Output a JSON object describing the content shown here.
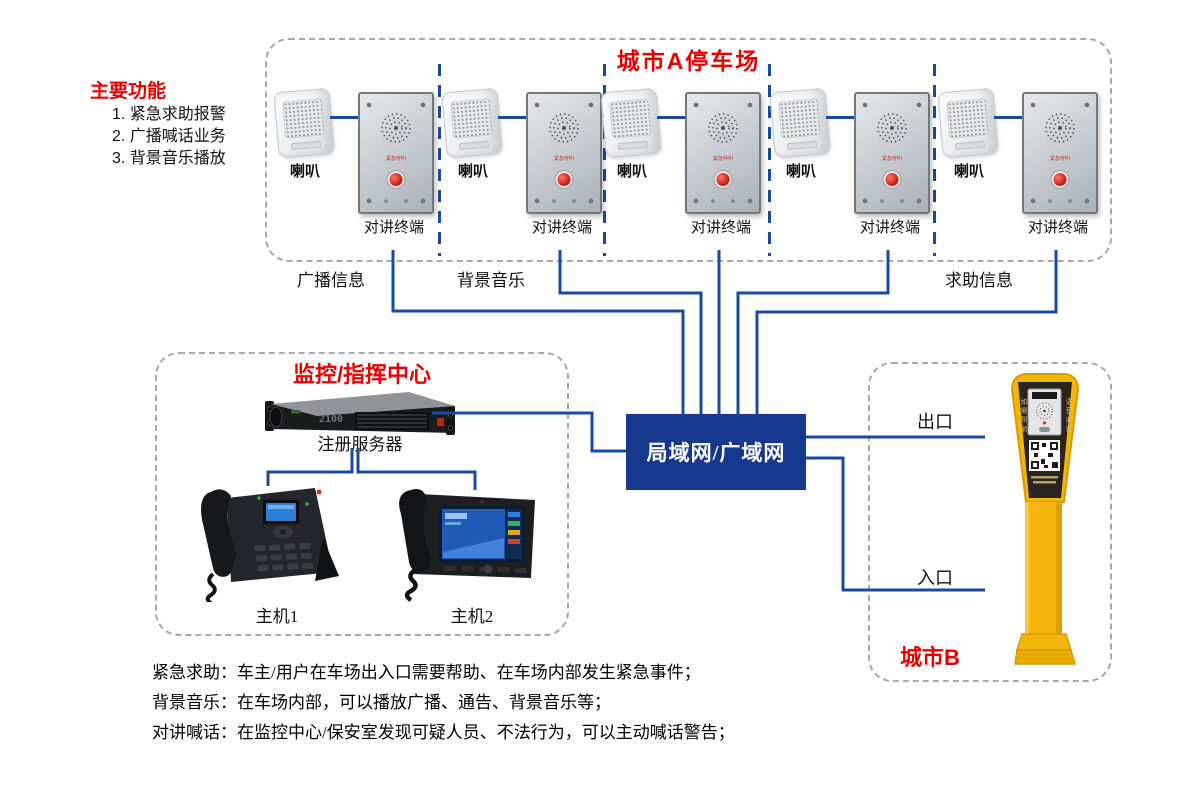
{
  "colors": {
    "accent_red": "#e60000",
    "line_blue": "#1a4a9e",
    "network_fill": "#16388e",
    "border_gray": "#a8a8a8"
  },
  "features": {
    "title": "主要功能",
    "items": [
      "1. 紧急求助报警",
      "2. 广播喊话业务",
      "3. 背景音乐播放"
    ]
  },
  "parking_a": {
    "title": "城市A停车场",
    "terminal_plate_text": "紧急呼叫",
    "units": [
      {
        "speaker": "喇叭",
        "terminal": "对讲终端"
      },
      {
        "speaker": "喇叭",
        "terminal": "对讲终端"
      },
      {
        "speaker": "喇叭",
        "terminal": "对讲终端"
      },
      {
        "speaker": "喇叭",
        "terminal": "对讲终端"
      },
      {
        "speaker": "喇叭",
        "terminal": "对讲终端"
      }
    ],
    "flow_labels": {
      "broadcast": "广播信息",
      "music": "背景音乐",
      "help": "求助信息"
    }
  },
  "monitoring": {
    "title": "监控/指挥中心",
    "server_label": "注册服务器",
    "server_model": "2100",
    "phone1_label": "主机1",
    "phone2_label": "主机2"
  },
  "network": {
    "label": "局域网/广域网"
  },
  "city_b": {
    "title": "城市B",
    "exit_label": "出口",
    "entrance_label": "入口",
    "pillar_left_text": "如需帮助",
    "pillar_right_text": "语音对讲"
  },
  "descriptions": [
    "紧急求助：车主/用户在车场出入口需要帮助、在车场内部发生紧急事件；",
    "背景音乐：在车场内部，可以播放广播、通告、背景音乐等；",
    "对讲喊话：在监控中心/保安室发现可疑人员、不法行为，可以主动喊话警告；"
  ]
}
